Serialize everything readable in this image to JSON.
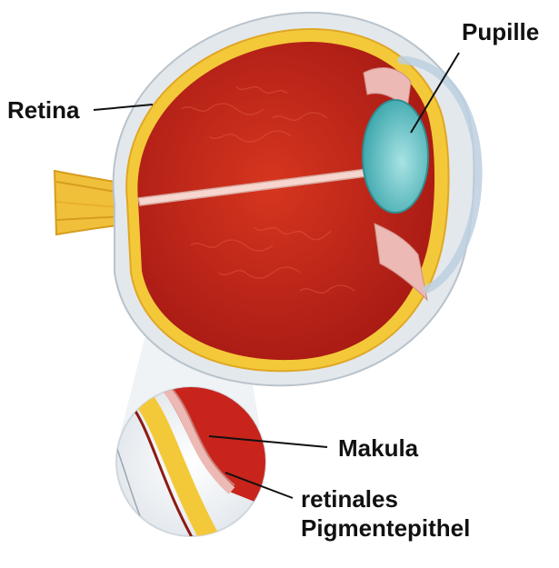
{
  "labels": {
    "pupille": "Pupille",
    "retina": "Retina",
    "makula": "Makula",
    "rpe_line1": "retinales",
    "rpe_line2": "Pigmentepithel"
  },
  "colors": {
    "sclera": "#dfe5ea",
    "retina_yellow": "#f2c72a",
    "vitreous_red": "#c8241b",
    "lens_teal": "#5fc2c6",
    "optic_nerve": "#f0c03a",
    "pink_tissue": "#ecb9b4"
  }
}
